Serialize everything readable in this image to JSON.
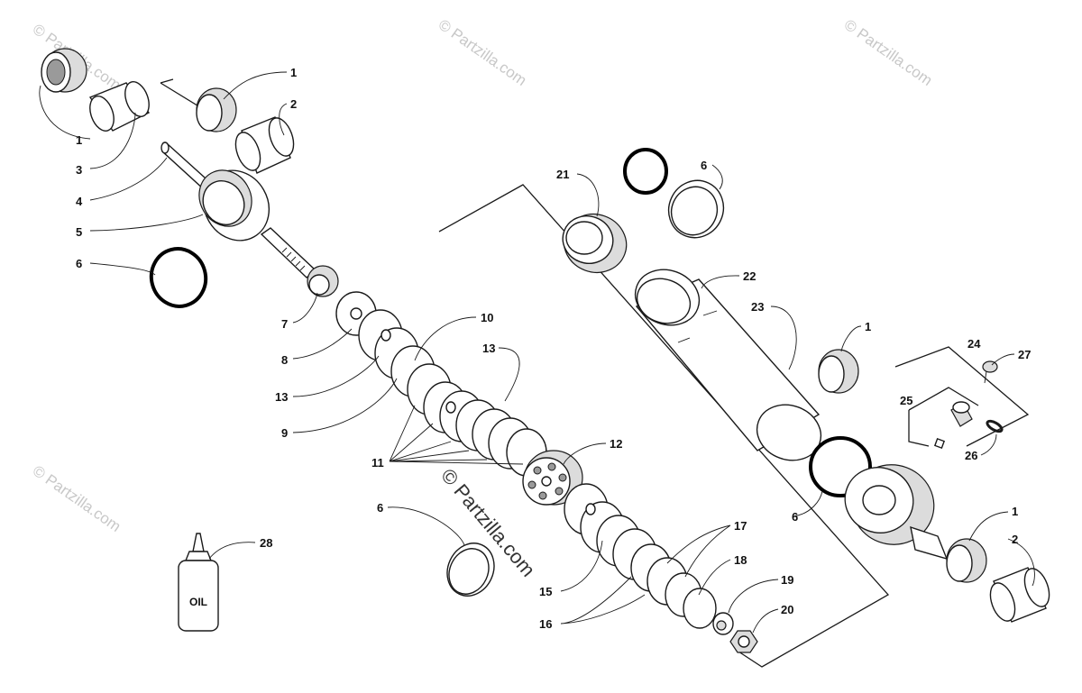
{
  "watermark": {
    "text": "© Partzilla.com",
    "center_text": "© Partzilla.com"
  },
  "bottle_label": "OIL",
  "callouts": [
    "1",
    "2",
    "3",
    "4",
    "5",
    "6",
    "7",
    "8",
    "9",
    "10",
    "11",
    "12",
    "13",
    "15",
    "16",
    "17",
    "18",
    "19",
    "20",
    "21",
    "22",
    "23",
    "24",
    "25",
    "26",
    "27",
    "28"
  ],
  "labels": {
    "l1a": "1",
    "l2a": "2",
    "l1b": "1",
    "l3": "3",
    "l4": "4",
    "l5": "5",
    "l6a": "6",
    "l7": "7",
    "l8": "8",
    "l13a": "13",
    "l9": "9",
    "l10": "10",
    "l13b": "13",
    "l11": "11",
    "l12": "12",
    "l6b": "6",
    "l15": "15",
    "l16": "16",
    "l17": "17",
    "l18": "18",
    "l19": "19",
    "l20": "20",
    "l21": "21",
    "l6c": "6",
    "l22": "22",
    "l23": "23",
    "l1c": "1",
    "l24": "24",
    "l27": "27",
    "l25": "25",
    "l26": "26",
    "l6d": "6",
    "l1d": "1",
    "l2b": "2",
    "l28": "28"
  }
}
